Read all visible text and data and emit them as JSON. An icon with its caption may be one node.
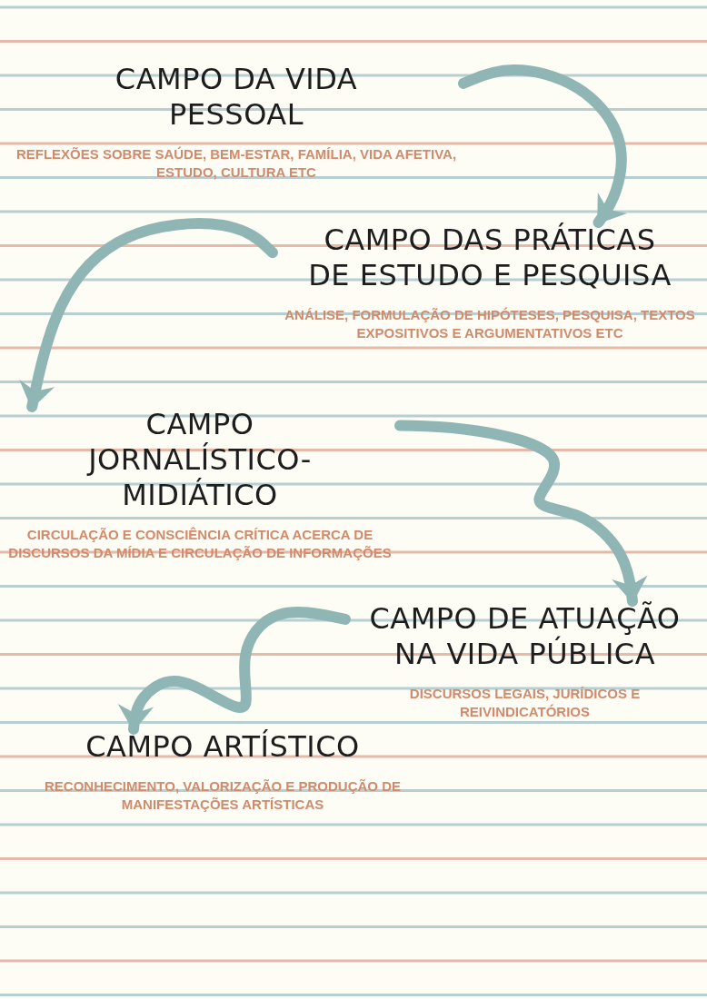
{
  "diagram": {
    "nodes": [
      {
        "text": [
          "CAMPO DA VIDA PESSOAL",
          "REFLEXÕES SOBRE SAÚDE, BEM-ESTAR, FAMÍLIA, VIDA AFETIVA, ESTUDO, CULTURA ETC"
        ]
      },
      {
        "text": [
          "CAMPO DAS PRÁTICAS DE ESTUDO E PESQUISA",
          "ANÁLISE, FORMULAÇÃO DE HIPÓTESES, PESQUISA, TEXTOS EXPOSITIVOS E ARGUMENTATIVOS ETC"
        ]
      },
      {
        "text": [
          "CAMPO JORNALÍSTICO-MIDIÁTICO",
          "CIRCULAÇÃO E CONSCIÊNCIA CRÍTICA ACERCA DE DISCURSOS DA MÍDIA E CIRCULAÇÃO DE INFORMAÇÕES"
        ]
      },
      {
        "text": [
          "CAMPO DE ATUAÇÃO NA VIDA PÚBLICA",
          "DISCURSOS LEGAIS, JURÍDICOS E REIVINDICATÓRIOS"
        ]
      },
      {
        "text": [
          "CAMPO ARTÍSTICO",
          "RECONHECIMENTO, VALORIZAÇÃO E PRODUÇÃO DE MANIFESTAÇÕES ARTÍSTICAS"
        ]
      }
    ],
    "edges": [
      {
        "from": 0,
        "to": 1,
        "arrow": "to"
      },
      {
        "from": 1,
        "to": 2,
        "arrow": "to"
      },
      {
        "from": 2,
        "to": 3,
        "arrow": "to"
      },
      {
        "from": 3,
        "to": 4,
        "arrow": "to"
      }
    ]
  }
}
